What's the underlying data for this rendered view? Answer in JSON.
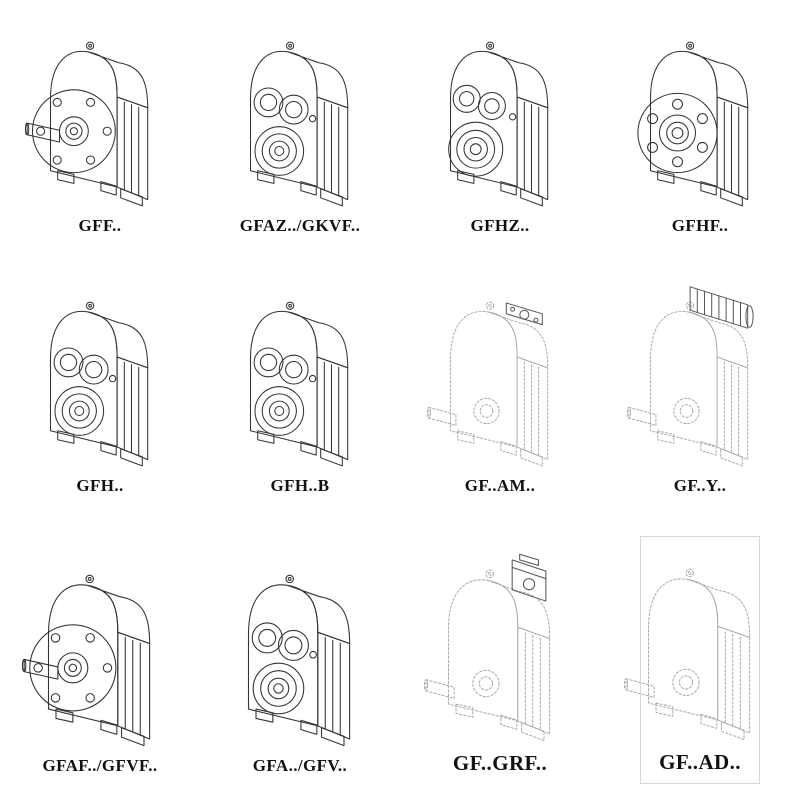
{
  "page": {
    "background": "#ffffff",
    "line_color": "#333333",
    "dashed_line_color": "#a3a3a3"
  },
  "products": [
    {
      "label": "GFF..",
      "drawing": "flange-shaft",
      "style": "solid"
    },
    {
      "label": "GFAZ../GKVF..",
      "drawing": "hollow",
      "style": "solid"
    },
    {
      "label": "GFHZ..",
      "drawing": "hollow-alt",
      "style": "solid"
    },
    {
      "label": "GFHF..",
      "drawing": "flange",
      "style": "solid"
    },
    {
      "label": "GFH..",
      "drawing": "hollow",
      "style": "solid"
    },
    {
      "label": "GFH..B",
      "drawing": "hollow",
      "style": "solid"
    },
    {
      "label": "GF..AM..",
      "drawing": "shaft-topflange",
      "style": "dashed"
    },
    {
      "label": "GF..Y..",
      "drawing": "shaft-motor",
      "style": "dashed"
    },
    {
      "label": "GFAF../GFVF..",
      "drawing": "flange-shaft",
      "style": "solid"
    },
    {
      "label": "GFA../GFV..",
      "drawing": "hollow",
      "style": "solid"
    },
    {
      "label": "GF..GRF..",
      "drawing": "shaft-adapter",
      "style": "dashed"
    },
    {
      "label": "GF..AD..",
      "drawing": "shaft",
      "style": "dashed"
    }
  ]
}
